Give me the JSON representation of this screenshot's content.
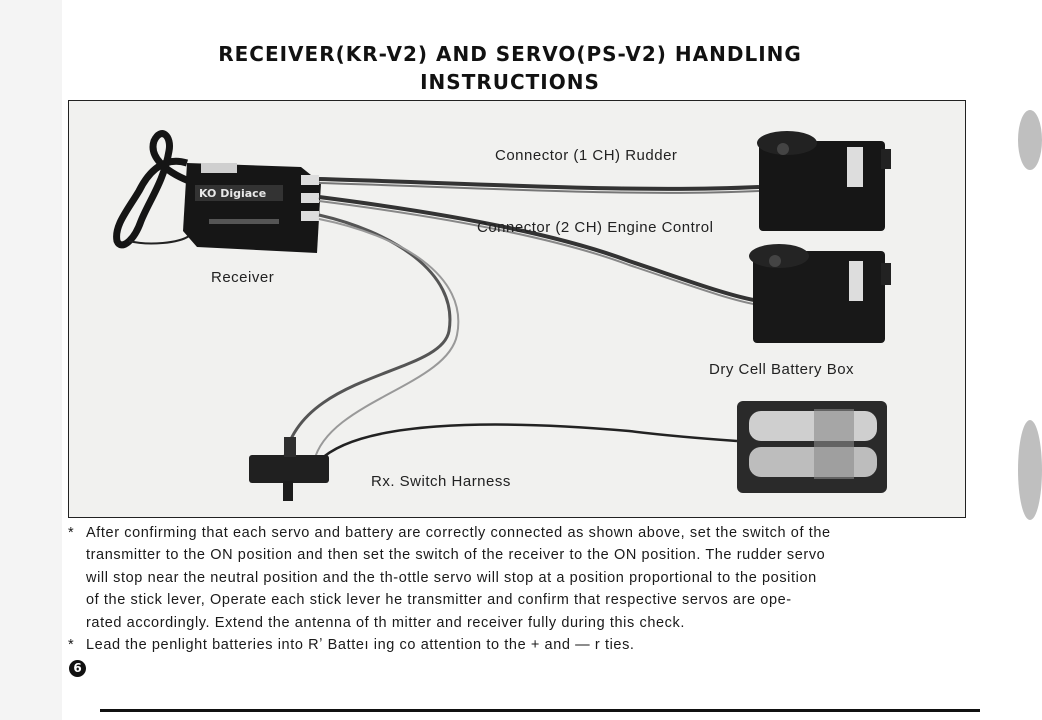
{
  "page": {
    "title_line1": "RECEIVER(KR-V2) AND SERVO(PS-V2) HANDLING",
    "title_line2": "INSTRUCTIONS",
    "page_number": "6"
  },
  "figure": {
    "labels": {
      "connector_1": "Connector (1 CH) Rudder",
      "connector_2": "Connector (2 CH) Engine Control",
      "receiver": "Receiver",
      "battery_box": "Dry Cell Battery Box",
      "switch_harness": "Rx. Switch Harness"
    },
    "receiver_brand": "KO Digiace"
  },
  "instructions": {
    "bullet_symbol": "*",
    "paragraph_1_lines": [
      "After confirming that each servo and battery are correctly connected as shown above, set the switch of the",
      "transmitter to the ON position and then set the switch of the receiver to the ON position. The rudder servo",
      "will stop near the neutral position and the th-ottle servo will stop at a position proportional to the position",
      "of the stick lever, Operate each stick lever      he transmitter and confirm that respective servos are ope-",
      "rated accordingly. Extend the antenna of th        mitter and receiver fully during this check."
    ],
    "paragraph_2_lines": [
      "Lead the penlight batteries into Rʼ Batteı               ing co       attention to the + and — r       ties."
    ]
  }
}
